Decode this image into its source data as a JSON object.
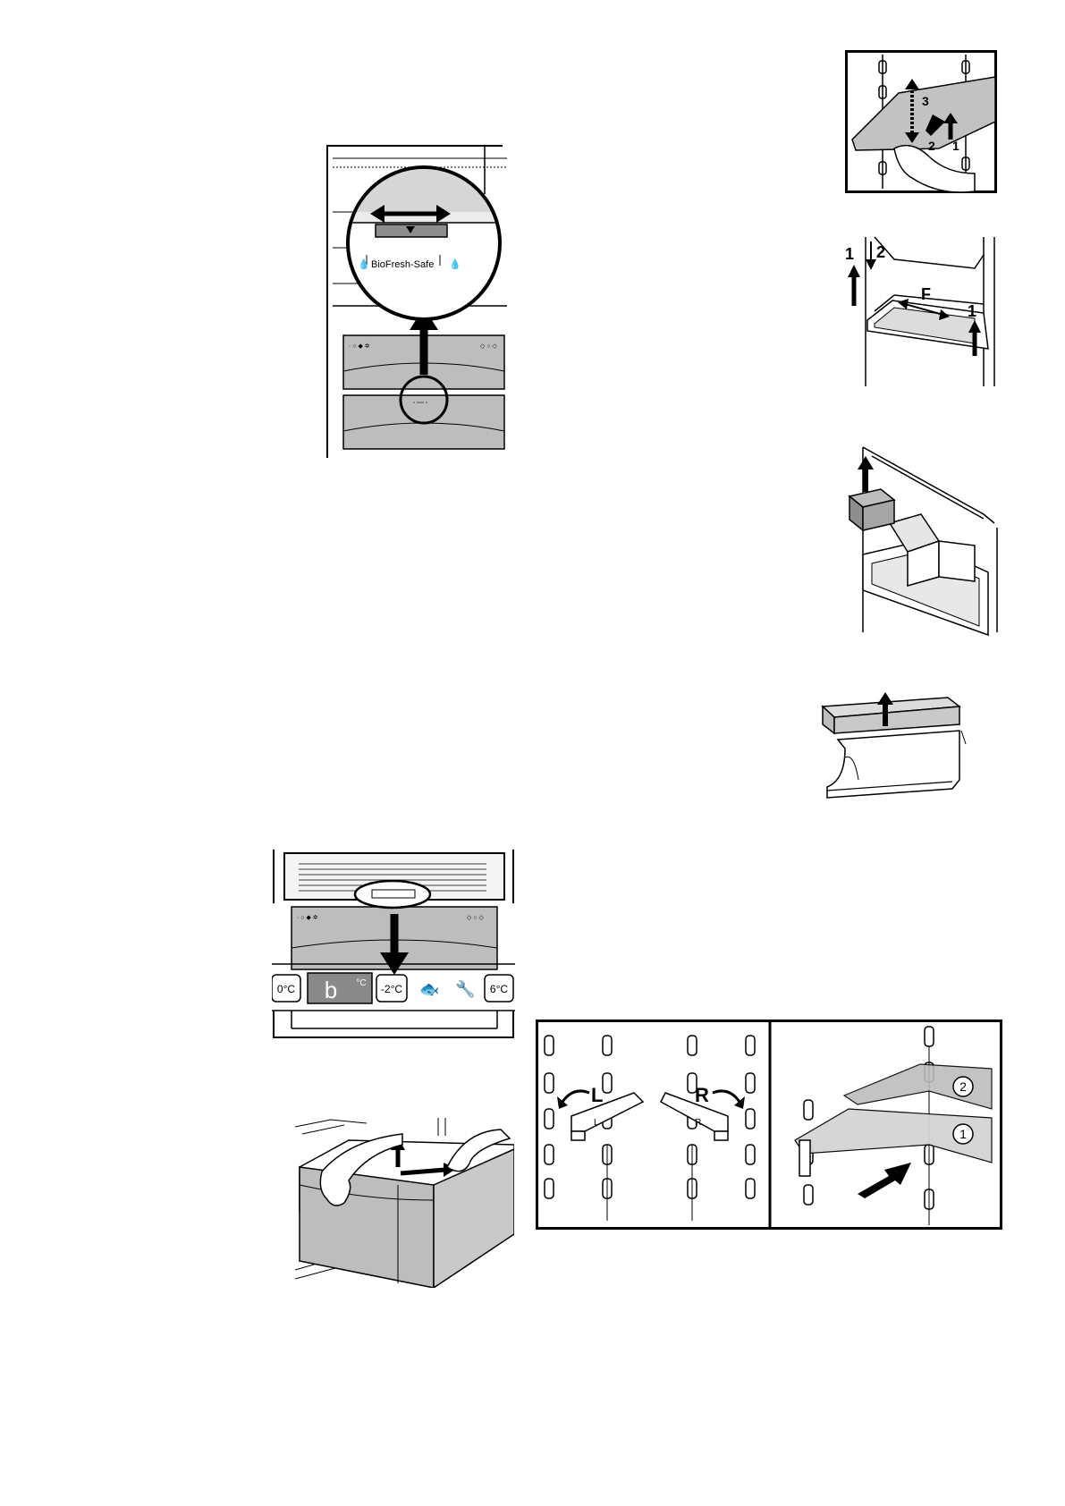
{
  "fig_biofresh": {
    "slider_label": "BioFresh-Safe"
  },
  "fig_shelf_lift": {
    "step1": "1",
    "step2": "2",
    "step3": "3"
  },
  "fig_door_shelf": {
    "step1_left": "1",
    "step2": "2",
    "part_f": "F",
    "step1_right": "1"
  },
  "fig_display": {
    "left_temp": "0°C",
    "digit": "b",
    "digit_unit": "°C",
    "mid_temp": "-2°C",
    "right_temp": "6°C",
    "colors": {
      "display_bg": "#8a8a8a",
      "button_border": "#000000"
    }
  },
  "fig_shelf_supports": {
    "left_label": "L",
    "right_label": "R",
    "left_small": "L",
    "right_small": "R",
    "step1": "1",
    "step2": "2"
  },
  "colors": {
    "drawer_gray": "#bdbdbd",
    "dark_gray": "#8e8e8e",
    "light_gray": "#dcdcdc"
  }
}
